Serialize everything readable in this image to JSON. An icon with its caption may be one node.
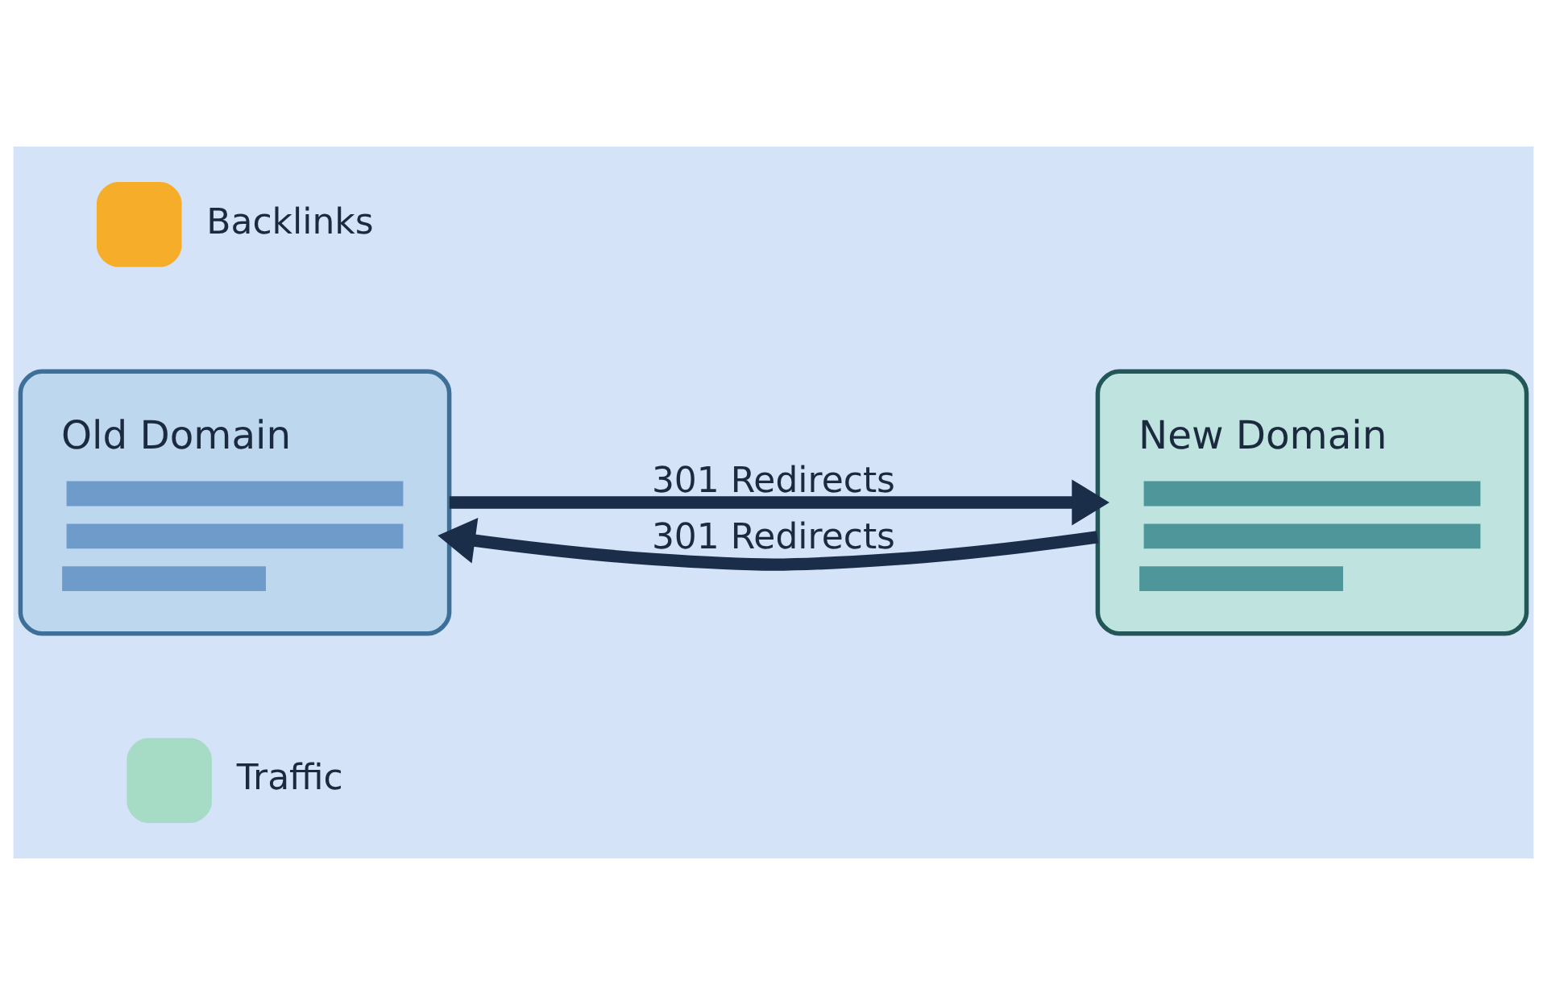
{
  "diagram": {
    "nodes": [
      {
        "text": [
          "Old Domain"
        ]
      },
      {
        "text": [
          "New Domain"
        ]
      }
    ],
    "edges": [
      {
        "from": 0,
        "to": 1,
        "arrow": "to",
        "label": "301 Redirects"
      },
      {
        "from": 1,
        "to": 0,
        "arrow": "to",
        "label": "301 Redirects"
      }
    ],
    "labels": [
      "Backlinks",
      "Traffic"
    ]
  }
}
